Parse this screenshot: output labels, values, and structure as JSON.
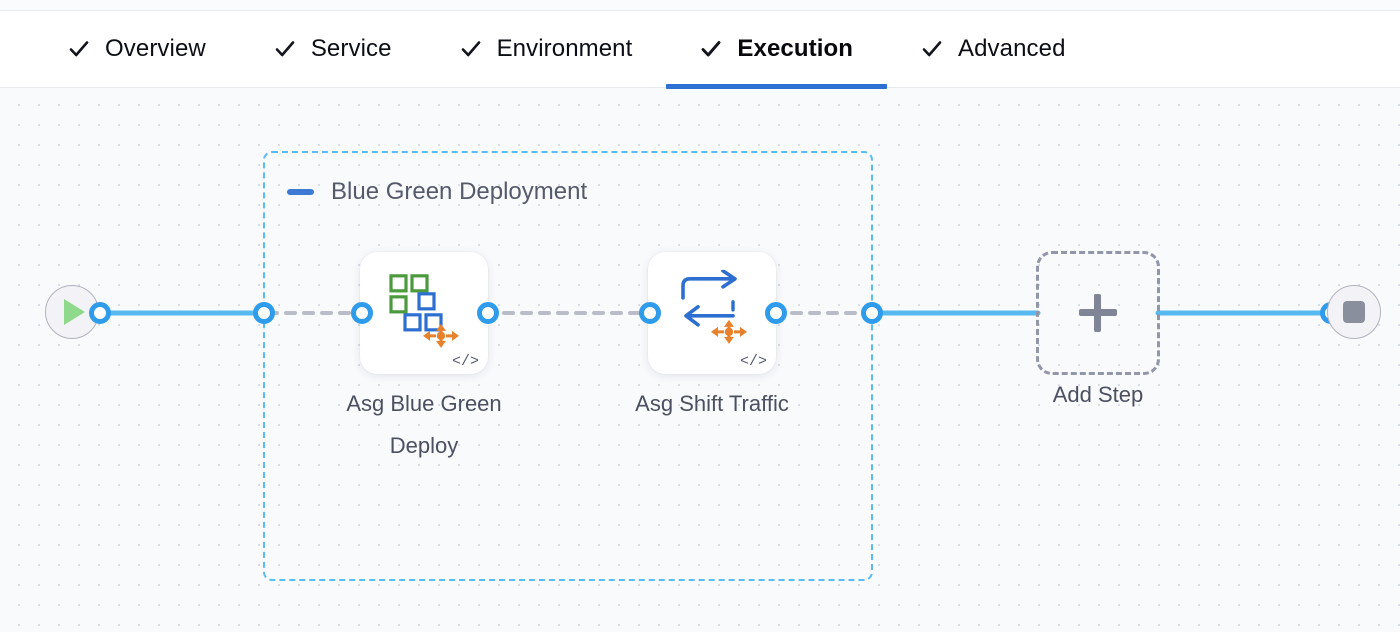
{
  "tabs": [
    {
      "label": "Overview",
      "icon": "check-icon",
      "completed": true,
      "active": false
    },
    {
      "label": "Service",
      "icon": "check-icon",
      "completed": true,
      "active": false
    },
    {
      "label": "Environment",
      "icon": "check-icon",
      "completed": true,
      "active": false
    },
    {
      "label": "Execution",
      "icon": "check-icon",
      "completed": true,
      "active": true
    },
    {
      "label": "Advanced",
      "icon": "check-icon",
      "completed": true,
      "active": false
    }
  ],
  "canvas": {
    "start_node": {
      "name": "pipeline-start",
      "icon": "play-icon"
    },
    "end_node": {
      "name": "pipeline-end",
      "icon": "stop-icon"
    },
    "stage_group": {
      "title": "Blue Green Deployment",
      "collapse_icon": "minus-icon",
      "steps": [
        {
          "label": "Asg Blue Green Deploy",
          "icon": "asg-blue-green-deploy-icon",
          "badge": "</>"
        },
        {
          "label": "Asg Shift Traffic",
          "icon": "asg-shift-traffic-icon",
          "badge": "</>"
        }
      ]
    },
    "add_step": {
      "label": "Add Step",
      "icon": "plus-icon"
    }
  },
  "colors": {
    "active_tab_underline": "#2e6fd4",
    "group_border": "#58bdf5",
    "connector_ring": "#2f9ceb",
    "solid_wire": "#56baf0",
    "dashed_wire": "#b9bdc9",
    "canvas_bg": "#f9fafc",
    "text_primary": "#0b0e14",
    "text_muted": "#4b5061"
  }
}
